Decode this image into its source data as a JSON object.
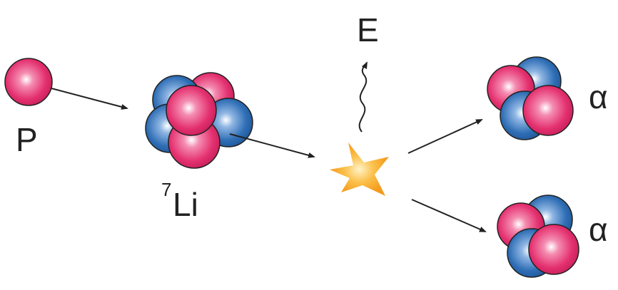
{
  "labels": {
    "proton": "P",
    "lithium_mass": "7",
    "lithium": "Li",
    "energy": "E",
    "alpha_top": "α",
    "alpha_bottom": "α"
  },
  "colors": {
    "proton": "#e4306f",
    "neutron": "#2f6eb5",
    "star": "#f7a823",
    "arrow": "#222222"
  }
}
